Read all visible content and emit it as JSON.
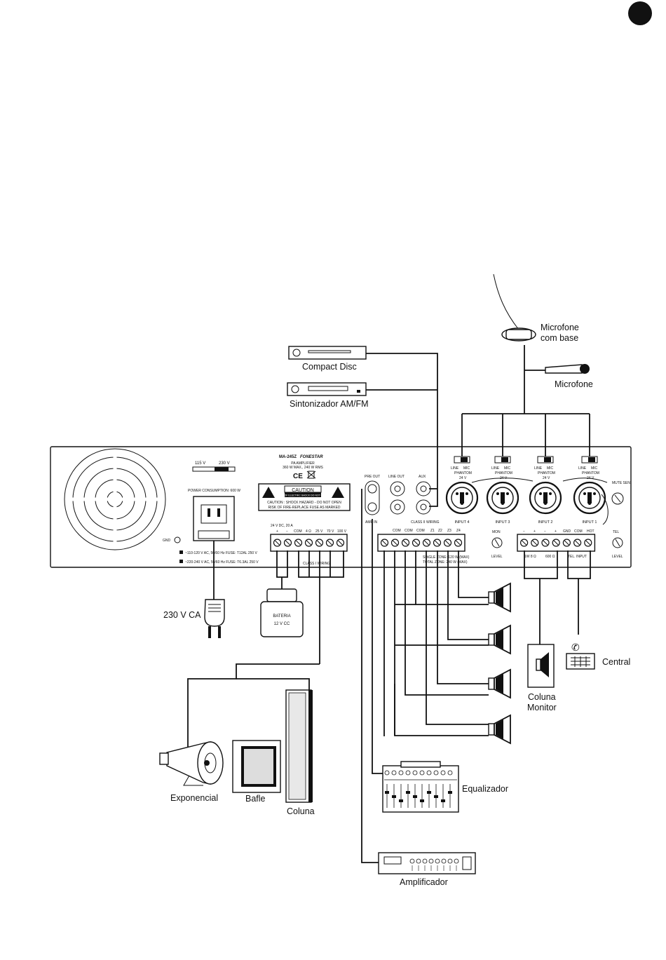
{
  "colors": {
    "ink": "#111111",
    "background": "#ffffff"
  },
  "page_marker": {
    "shape": "filled-circle"
  },
  "amplifier": {
    "model": "MA-245Z",
    "brand": "FONESTAR",
    "subtitle": "PA AMPLIFIER",
    "power": "360 W MAX., 240 W RMS",
    "voltage_115": "115 V",
    "voltage_230": "230 V",
    "power_consumption": "POWER CONSUMPTION: 600 W",
    "gnd": "GND",
    "fuse_115": "~110-120 V AC, 50/60 Hz FUSE: T12AL 250 V",
    "fuse_230": "~220-240 V AC, 50/60 Hz FUSE: T6.3AL 250 V",
    "dc_input": "24 V DC, 20 A",
    "caution_title": "CAUTION",
    "caution_sub": "RISK OF ELECTRIC SHOCK DO NOT OPEN",
    "caution_line1": "CAUTION : SHOCK HAZARD - DO NOT OPEN",
    "caution_line2": "RISK OF FIRE-REPLACE FUSE AS MARKED",
    "class1_wiring": "CLASS I WIRING",
    "class2_wiring": "CLASS II WIRING",
    "terminal_plus": "+",
    "terminal_minus": "−",
    "terminal_com": "COM",
    "terminal_4ohm": "4 Ω",
    "terminal_25v": "25 V",
    "terminal_70v": "70 V",
    "terminal_100v": "100 V",
    "pre_out": "PRE OUT",
    "amp_in": "AMP IN",
    "line_out": "LINE OUT",
    "aux": "AUX",
    "zone_com": "COM",
    "z1": "Z1",
    "z2": "Z2",
    "z3": "Z3",
    "z4": "Z4",
    "single_zone": "SINGLE ZONE: 120 W (MAX)",
    "total_zone": "TOTAL ZONE: 240 W (MAX)",
    "line": "LINE",
    "mic": "MIC",
    "phantom": "PHANTOM",
    "phantom_v": "24 V",
    "input4": "INPUT 4",
    "input3": "INPUT 3",
    "input2": "INPUT 2",
    "input1": "INPUT 1",
    "mute_sen": "MUTE SEN.",
    "mon": "MON",
    "level": "LEVEL",
    "tel": "TEL",
    "ohm_8": "1W 8 Ω",
    "ohm_600": "600 Ω",
    "gnd_t": "GND",
    "com_t": "COM",
    "hot_t": "HOT",
    "tel_input": "TEL. INPUT"
  },
  "labels": {
    "microfone_base_1": "Microfone",
    "microfone_base_2": "com base",
    "microfone": "Microfone",
    "compact_disc": "Compact Disc",
    "tuner": "Sintonizador AM/FM",
    "power": "230 V CA",
    "battery_1": "BATERIA",
    "battery_2": "12 V CC",
    "exponential": "Exponencial",
    "baffle": "Bafle",
    "column": "Coluna",
    "monitor_1": "Coluna",
    "monitor_2": "Monitor",
    "central": "Central",
    "equalizer": "Equalizador",
    "amplifier": "Amplificador"
  }
}
